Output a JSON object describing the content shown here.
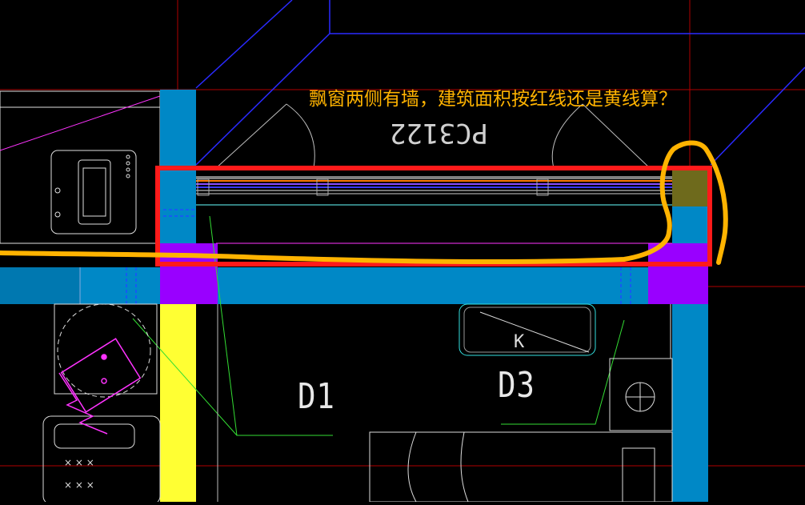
{
  "annotation": {
    "question": "飘窗两侧有墙，建筑面积按红线还是黄线算？"
  },
  "drawing": {
    "window_tag": "PC3122",
    "room_label_1": "D1",
    "room_label_2": "D3",
    "outline_colors": {
      "red_box": "#ff1a1a",
      "yellow_freehand": "#ffb300",
      "wall_fill": "#0088c6",
      "column_fill": "#9900ff",
      "yellow_column": "#ffff33"
    }
  }
}
